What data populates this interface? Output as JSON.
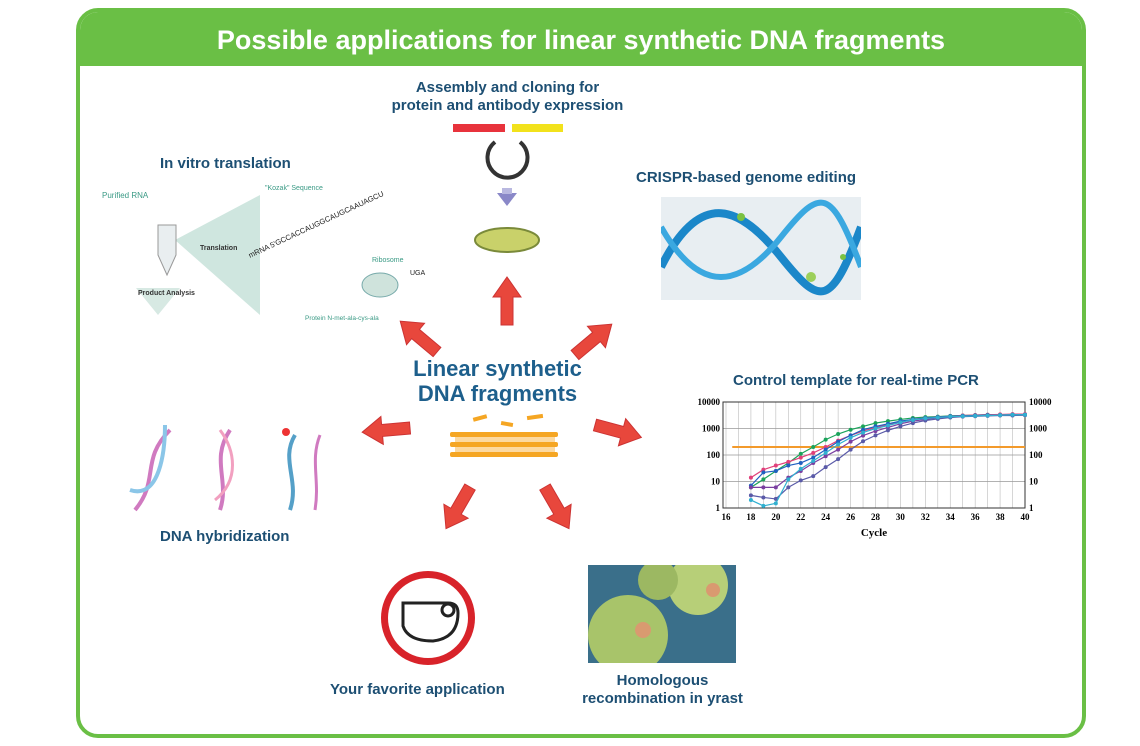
{
  "header": {
    "title": "Possible applications for linear synthetic DNA fragments"
  },
  "center": {
    "line1": "Linear synthetic",
    "line2": "DNA fragments"
  },
  "applications": {
    "assembly": {
      "line1": "Assembly and cloning for",
      "line2": "protein and antibody expression"
    },
    "in_vitro": {
      "label": "In vitro translation",
      "labels": {
        "purified_rna": "Purified RNA",
        "translation": "Translation",
        "kozak": "\"Kozak\" Sequence",
        "mrna": "mRNA 5'GCCACCAUGGCAUGCAAUAGCU",
        "stop": "UGA",
        "ribosome": "Ribosome",
        "product": "Product Analysis",
        "protein": "Protein N-met-ala-cys-ala"
      }
    },
    "crispr": {
      "label": "CRISPR-based genome editing"
    },
    "pcr": {
      "label": "Control template for real-time PCR"
    },
    "hybridization": {
      "label": "DNA hybridization"
    },
    "favorite": {
      "label": "Your favorite application"
    },
    "homologous": {
      "line1": "Homologous",
      "line2": "recombination in yrast"
    }
  },
  "colors": {
    "green": "#6abf45",
    "text": "#1d4f73",
    "arrow": "#e8473c",
    "threshold": "#f39a2b"
  },
  "chart_data": {
    "type": "line",
    "xlabel": "Cycle",
    "ylabel": "",
    "log_y": true,
    "xlim": [
      16,
      40
    ],
    "ylim": [
      1,
      10000
    ],
    "x_ticks": [
      "16",
      "18",
      "20",
      "22",
      "24",
      "26",
      "28",
      "30",
      "32",
      "34",
      "36",
      "38",
      "40"
    ],
    "y_ticks": [
      "10000",
      "1000",
      "100",
      "10",
      "1"
    ],
    "grid": true,
    "threshold": 200,
    "x": [
      18,
      19,
      20,
      21,
      22,
      23,
      24,
      25,
      26,
      27,
      28,
      29,
      30,
      31,
      32,
      33,
      34,
      35,
      36,
      37,
      38,
      39,
      40
    ],
    "series": [
      {
        "color": "#1aa35a",
        "values": [
          6,
          12,
          25,
          50,
          110,
          200,
          380,
          620,
          900,
          1200,
          1600,
          1900,
          2200,
          2500,
          2700,
          2800,
          3000,
          3100,
          3200,
          3300,
          3300,
          3400,
          3400
        ]
      },
      {
        "color": "#e0407a",
        "values": [
          14,
          28,
          40,
          55,
          80,
          120,
          200,
          350,
          550,
          800,
          1100,
          1400,
          1800,
          2200,
          2500,
          2700,
          2900,
          3100,
          3200,
          3300,
          3400,
          3500,
          3500
        ]
      },
      {
        "color": "#2060c0",
        "values": [
          7,
          22,
          25,
          40,
          50,
          80,
          160,
          320,
          550,
          900,
          1200,
          1500,
          1900,
          2200,
          2500,
          2700,
          2900,
          3000,
          3100,
          3200,
          3200,
          3300,
          3300
        ]
      },
      {
        "color": "#7a3fa0",
        "values": [
          6,
          6,
          6,
          14,
          25,
          50,
          90,
          160,
          320,
          540,
          800,
          1100,
          1500,
          1900,
          2200,
          2500,
          2700,
          2900,
          3000,
          3100,
          3200,
          3200,
          3200
        ]
      },
      {
        "color": "#5a5aa8",
        "values": [
          3,
          2.5,
          2.2,
          6,
          11,
          16,
          35,
          70,
          160,
          330,
          550,
          850,
          1200,
          1600,
          2000,
          2300,
          2600,
          2800,
          2900,
          3000,
          3100,
          3100,
          3200
        ]
      },
      {
        "color": "#30b0d0",
        "values": [
          2,
          1.2,
          1.5,
          12,
          30,
          60,
          120,
          250,
          450,
          700,
          1000,
          1300,
          1700,
          2100,
          2400,
          2600,
          2800,
          2900,
          3000,
          3100,
          3200,
          3300,
          3300
        ]
      }
    ]
  }
}
